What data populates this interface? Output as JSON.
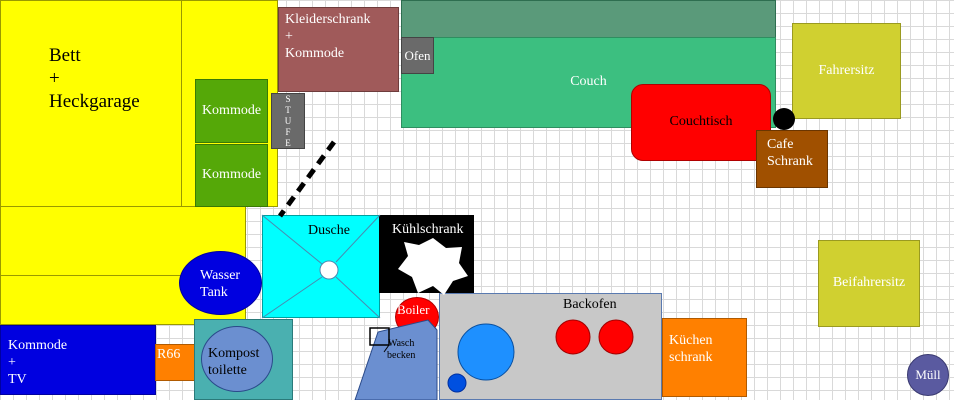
{
  "floorplan": {
    "bed": "Bett\n+\nHeckgarage",
    "wardrobe": "Kleiderschrank\n+\nKommode",
    "oven_small": "Ofen",
    "couch": "Couch",
    "coffee_table": "Couchtisch",
    "driver_seat": "Fahrersitz",
    "cafe_cabinet": "Cafe\nSchrank",
    "dresser_upper": "Kommode",
    "dresser_lower": "Kommode",
    "step": "S\nT\nU\nF\nE",
    "shower": "Dusche",
    "fridge": "Kühlschrank",
    "water_tank": "Wasser\nTank",
    "passenger_seat": "Beifahrersitz",
    "boiler": "Boiler",
    "baking_oven": "Backofen",
    "dresser_tv": "Kommode\n+\nTV",
    "r66": "R66",
    "compost_toilet": "Kompost\ntoilette",
    "wash_basin": "Wasch\nbecken",
    "kitchen_cabinet": "Küchen\nschrank",
    "trash": "Müll"
  },
  "colors": {
    "bed": "#ffff00",
    "wardrobe": "#a05a5a",
    "couch": "#3cbf80",
    "couch_back": "#5a9a7a",
    "coffee_table": "#ff0000",
    "driver_seat": "#d0d030",
    "cafe_cabinet": "#a05000",
    "dresser_green": "#55a808",
    "step": "#6a6a6a",
    "shower": "#00ffff",
    "fridge": "#000000",
    "water_tank": "#0000e0",
    "dresser_tv": "#0000e0",
    "r66": "#ff8000",
    "compost_toilet": "#4ab0b0",
    "toilet_bowl": "#6b8fd0",
    "kitchen_block": "#c8c8c8",
    "burner_red": "#ff0000",
    "sink_blue": "#1e90ff",
    "kitchen_cabinet": "#ff8000",
    "trash": "#5a5aa0"
  }
}
